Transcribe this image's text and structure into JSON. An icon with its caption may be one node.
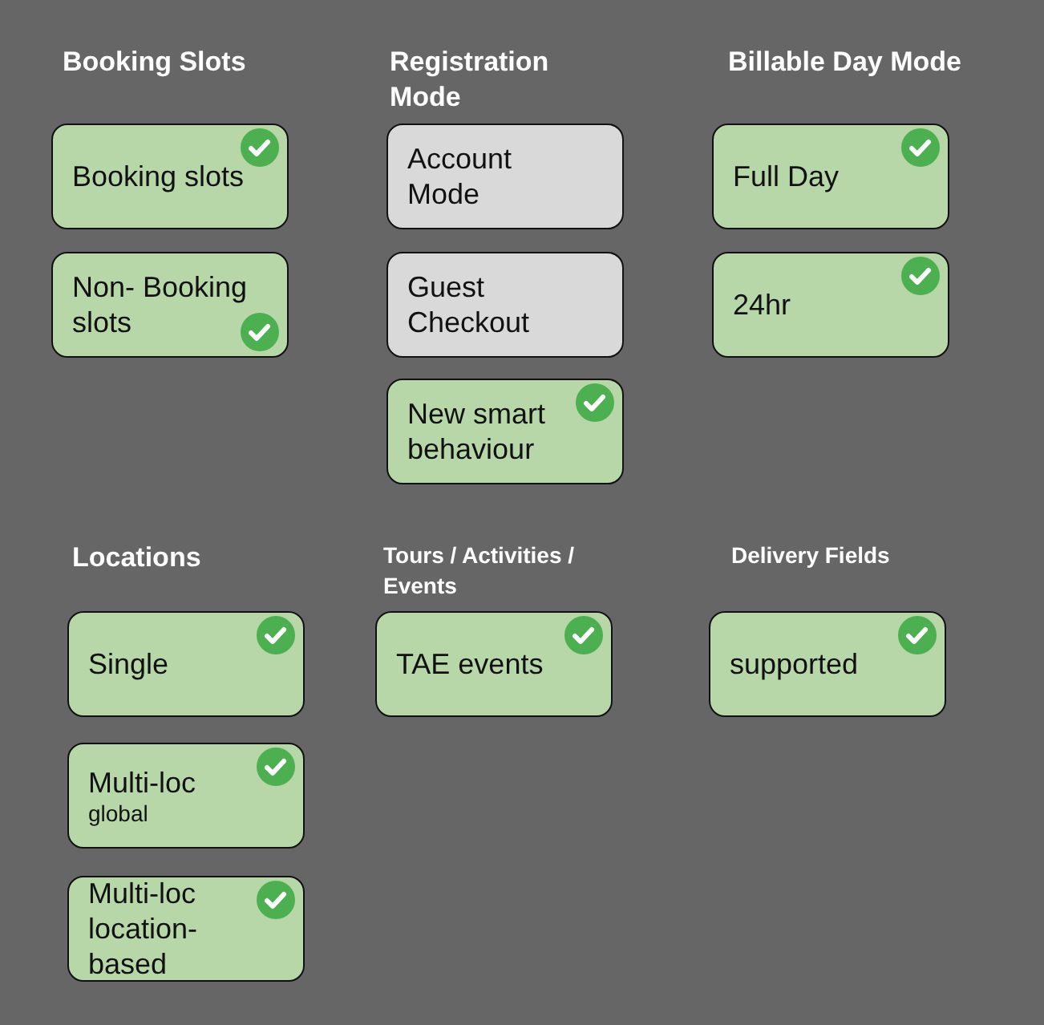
{
  "diagram": {
    "nodes": [
      {
        "text": [
          "Booking slots"
        ]
      },
      {
        "text": [
          "Non- Booking slots"
        ]
      },
      {
        "text": [
          "Account Mode"
        ]
      },
      {
        "text": [
          "Guest Checkout"
        ]
      },
      {
        "text": [
          "New smart behaviour"
        ]
      },
      {
        "text": [
          "Full Day"
        ]
      },
      {
        "text": [
          "24hr"
        ]
      },
      {
        "text": [
          "Single"
        ]
      },
      {
        "text": [
          "Multi-loc",
          "global"
        ]
      },
      {
        "text": [
          "Multi-loc location-based"
        ]
      },
      {
        "text": [
          "TAE events"
        ]
      },
      {
        "text": [
          "supported"
        ]
      }
    ],
    "labels": [
      "Booking Slots",
      "Registration Mode",
      "Billable Day Mode",
      "Locations",
      "Tours / Activities / Events",
      "Delivery Fields"
    ]
  }
}
